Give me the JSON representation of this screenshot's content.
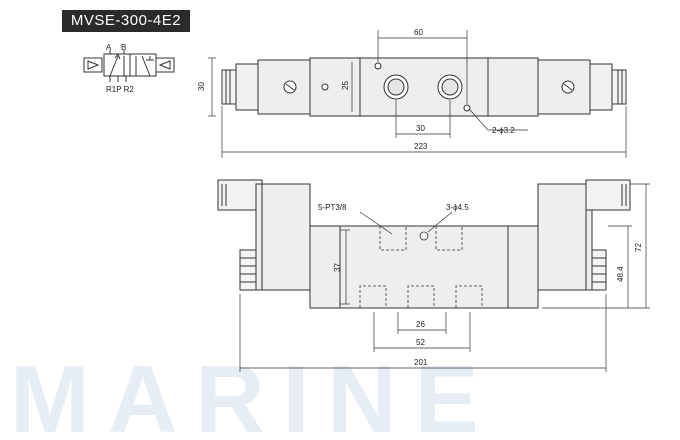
{
  "model": "MVSE-300-4E2",
  "symbol": {
    "port_a": "A",
    "port_b": "B",
    "ports_bottom": "R1P R2"
  },
  "top_view": {
    "dim_60": "60",
    "dim_25": "25",
    "dim_30_height": "30",
    "dim_30_holes": "30",
    "dim_223": "223",
    "hole_note": "2-ϕ3.2"
  },
  "front_view": {
    "port_note": "5-PT3/8",
    "hole_note": "3-ϕ4.5",
    "dim_37": "37",
    "dim_72": "72",
    "dim_48_4": "48.4",
    "dim_26": "26",
    "dim_52": "52",
    "dim_201": "201"
  },
  "watermark": "MARINE",
  "colors": {
    "body_fill": "#eeeeee",
    "line": "#333333",
    "badge_bg": "#2b2b2b",
    "watermark": "#e7edf4"
  }
}
